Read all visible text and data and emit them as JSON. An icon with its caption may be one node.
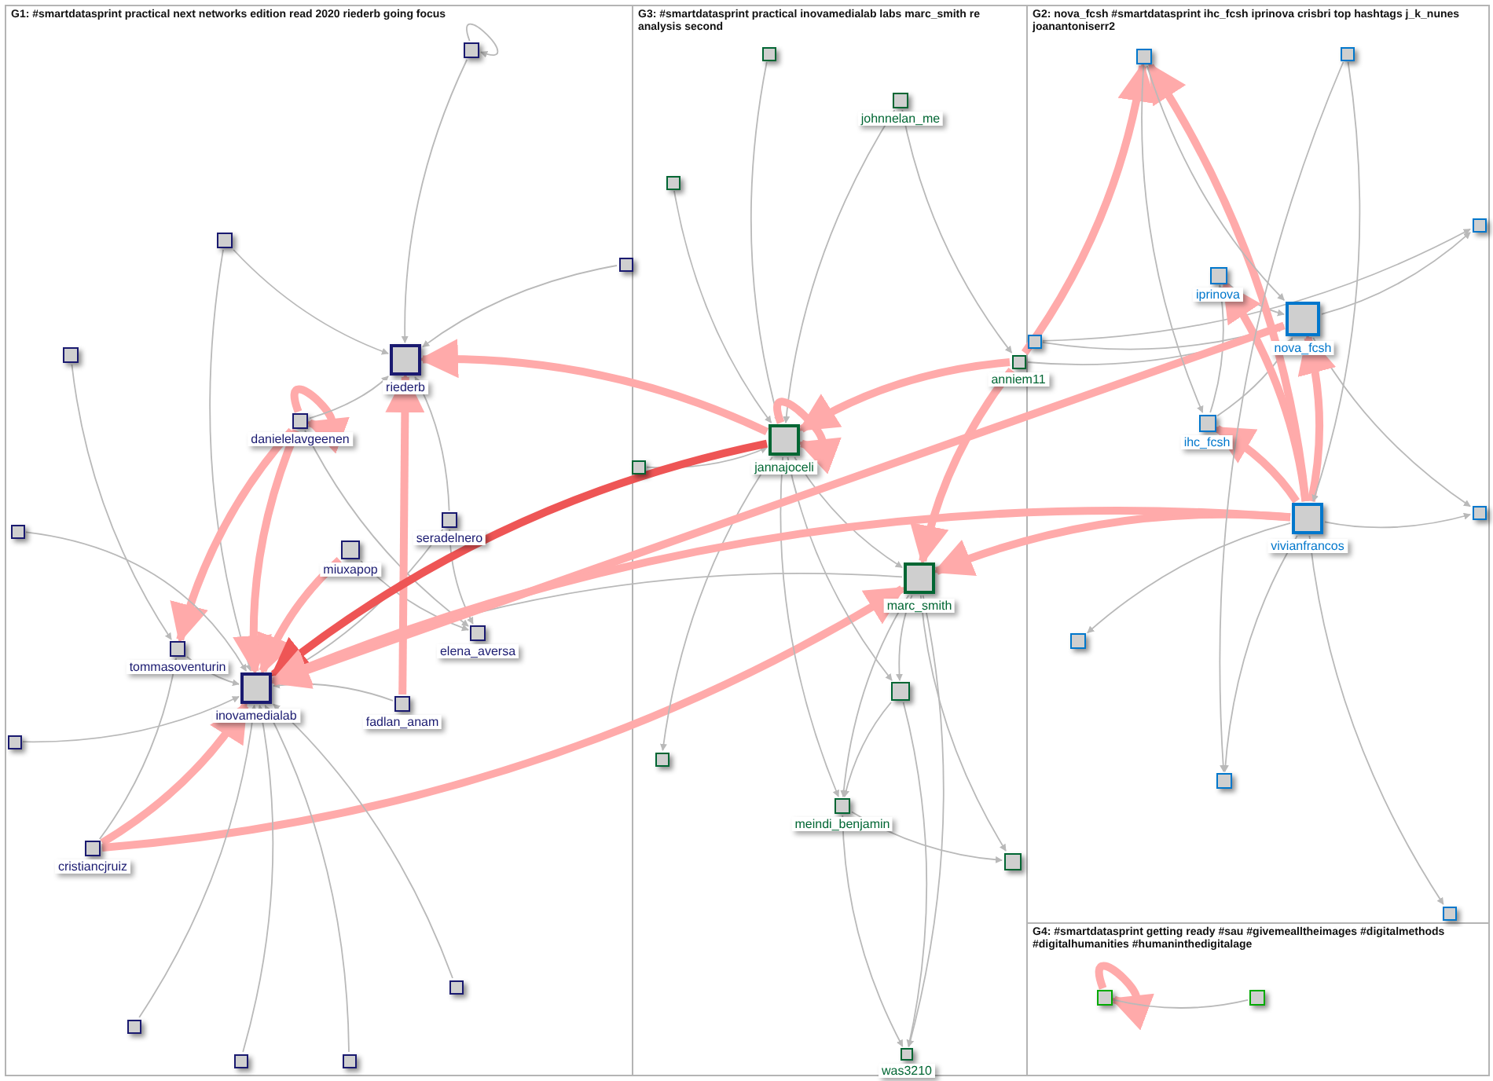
{
  "diagram": {
    "nodes": [
      {
        "text": [
          "G1: #smartdatasprint practical next networks edition read 2020 riederb going focus"
        ]
      },
      {
        "text": [],
        "shape": "box",
        "in": 0
      },
      {
        "text": [],
        "shape": "box",
        "in": 0
      },
      {
        "text": [],
        "shape": "box",
        "in": 0
      },
      {
        "text": [
          "riederb"
        ],
        "in": 0
      },
      {
        "text": [],
        "shape": "box",
        "in": 0
      },
      {
        "text": [
          "danielelavgeenen"
        ],
        "in": 0
      },
      {
        "text": [],
        "shape": "box",
        "in": 0
      },
      {
        "text": [
          "seradelnero"
        ],
        "in": 0
      },
      {
        "text": [
          "miuxapop"
        ],
        "in": 0
      },
      {
        "text": [
          "tommasoventurin"
        ],
        "in": 0
      },
      {
        "text": [
          "inovamedialab"
        ],
        "in": 0
      },
      {
        "text": [
          "elena_aversa"
        ],
        "in": 0
      },
      {
        "text": [
          "fadlan_anam"
        ],
        "in": 0
      },
      {
        "text": [],
        "shape": "box",
        "in": 0
      },
      {
        "text": [
          "cristiancjruiz"
        ],
        "in": 0
      },
      {
        "text": [],
        "shape": "box",
        "in": 0
      },
      {
        "text": [],
        "shape": "box",
        "in": 0
      },
      {
        "text": [],
        "shape": "box",
        "in": 0
      },
      {
        "text": [],
        "shape": "box",
        "in": 0
      },
      {
        "text": [
          "G3: #smartdatasprint practical inovamedialab labs marc_smith re analysis second"
        ]
      },
      {
        "text": [],
        "shape": "box",
        "in": 20
      },
      {
        "text": [
          "johnnelan_me"
        ],
        "in": 20
      },
      {
        "text": [],
        "shape": "box",
        "in": 20
      },
      {
        "text": [],
        "shape": "box",
        "in": 20
      },
      {
        "text": [
          "jannajoceli"
        ],
        "in": 20
      },
      {
        "text": [
          "marc_smith"
        ],
        "in": 20
      },
      {
        "text": [],
        "shape": "box",
        "in": 20
      },
      {
        "text": [],
        "shape": "box",
        "in": 20
      },
      {
        "text": [
          "meindi_benjamin"
        ],
        "in": 20
      },
      {
        "text": [],
        "shape": "box",
        "in": 20
      },
      {
        "text": [
          "was3210"
        ],
        "in": 20
      },
      {
        "text": [
          "G2: nova_fcsh #smartdatasprint ihc_fcsh iprinova crisbri top hashtags j_k_nunes joanantoniserr2"
        ]
      },
      {
        "text": [],
        "shape": "box",
        "in": 32
      },
      {
        "text": [],
        "shape": "box",
        "in": 32
      },
      {
        "text": [
          "anniem11"
        ],
        "in": 20
      },
      {
        "text": [],
        "shape": "box",
        "in": 32
      },
      {
        "text": [
          "iprinova"
        ],
        "in": 32
      },
      {
        "text": [],
        "shape": "box",
        "in": 32
      },
      {
        "text": [
          "nova_fcsh"
        ],
        "in": 32
      },
      {
        "text": [
          "ihc_fcsh"
        ],
        "in": 32
      },
      {
        "text": [
          "vivianfrancos"
        ],
        "in": 32
      },
      {
        "text": [],
        "shape": "box",
        "in": 32
      },
      {
        "text": [],
        "shape": "box",
        "in": 32
      },
      {
        "text": [],
        "shape": "box",
        "in": 32
      },
      {
        "text": [],
        "shape": "box",
        "in": 32
      },
      {
        "text": [
          "G4: #smartdatasprint getting ready #sau #givemealltheimages #digitalmethods #digitalhumanities #humaninthedigitalage"
        ]
      },
      {
        "text": [],
        "shape": "box",
        "in": 46
      },
      {
        "text": [],
        "shape": "box",
        "in": 46
      }
    ],
    "edges": [
      {
        "from": 1,
        "to": 1,
        "arrow": "to"
      },
      {
        "from": 1,
        "to": 4,
        "arrow": "to"
      },
      {
        "from": 2,
        "to": 4,
        "arrow": "to"
      },
      {
        "from": 2,
        "to": 11,
        "arrow": "to"
      },
      {
        "from": 3,
        "to": 10,
        "arrow": "to"
      },
      {
        "from": 5,
        "to": 4,
        "arrow": "to"
      },
      {
        "from": 6,
        "to": 6,
        "arrow": "to",
        "style": "thick",
        "color": "#ffaaaa"
      },
      {
        "from": 6,
        "to": 4,
        "arrow": "to"
      },
      {
        "from": 6,
        "to": 10,
        "arrow": "to",
        "style": "thick",
        "color": "#ffaaaa"
      },
      {
        "from": 6,
        "to": 11,
        "arrow": "to",
        "style": "thick",
        "color": "#ffaaaa"
      },
      {
        "from": 6,
        "to": 12,
        "arrow": "to"
      },
      {
        "from": 7,
        "to": 11,
        "arrow": "to"
      },
      {
        "from": 8,
        "to": 4,
        "arrow": "to"
      },
      {
        "from": 8,
        "to": 11,
        "arrow": "to"
      },
      {
        "from": 8,
        "to": 12,
        "arrow": "to"
      },
      {
        "from": 9,
        "to": 11,
        "arrow": "to",
        "style": "thick",
        "color": "#ffaaaa"
      },
      {
        "from": 9,
        "to": 12,
        "arrow": "to"
      },
      {
        "from": 10,
        "to": 11,
        "arrow": "to"
      },
      {
        "from": 13,
        "to": 4,
        "arrow": "to",
        "style": "thick",
        "color": "#ffaaaa"
      },
      {
        "from": 13,
        "to": 11,
        "arrow": "to"
      },
      {
        "from": 14,
        "to": 11,
        "arrow": "to"
      },
      {
        "from": 15,
        "to": 11,
        "arrow": "to",
        "style": "thick",
        "color": "#ffaaaa"
      },
      {
        "from": 15,
        "to": 10,
        "arrow": "to"
      },
      {
        "from": 15,
        "to": 26,
        "arrow": "to",
        "style": "thick",
        "color": "#ffaaaa"
      },
      {
        "from": 16,
        "to": 11,
        "arrow": "to"
      },
      {
        "from": 17,
        "to": 11,
        "arrow": "to"
      },
      {
        "from": 18,
        "to": 11,
        "arrow": "to"
      },
      {
        "from": 19,
        "to": 11,
        "arrow": "to"
      },
      {
        "from": 21,
        "to": 25,
        "arrow": "to"
      },
      {
        "from": 22,
        "to": 25,
        "arrow": "to"
      },
      {
        "from": 22,
        "to": 35,
        "arrow": "to"
      },
      {
        "from": 23,
        "to": 25,
        "arrow": "to"
      },
      {
        "from": 24,
        "to": 25,
        "arrow": "to"
      },
      {
        "from": 25,
        "to": 25,
        "arrow": "to",
        "style": "thick",
        "color": "#ffaaaa"
      },
      {
        "from": 25,
        "to": 11,
        "arrow": "to",
        "style": "thick",
        "color": "#ee5555"
      },
      {
        "from": 25,
        "to": 4,
        "arrow": "to",
        "style": "thick",
        "color": "#ffaaaa"
      },
      {
        "from": 25,
        "to": 26,
        "arrow": "to"
      },
      {
        "from": 25,
        "to": 27,
        "arrow": "to"
      },
      {
        "from": 25,
        "to": 28,
        "arrow": "to"
      },
      {
        "from": 25,
        "to": 29,
        "arrow": "to"
      },
      {
        "from": 26,
        "to": 11,
        "arrow": "to"
      },
      {
        "from": 26,
        "to": 27,
        "arrow": "to"
      },
      {
        "from": 26,
        "to": 29,
        "arrow": "to"
      },
      {
        "from": 26,
        "to": 30,
        "arrow": "to"
      },
      {
        "from": 26,
        "to": 31,
        "arrow": "to"
      },
      {
        "from": 27,
        "to": 29,
        "arrow": "to"
      },
      {
        "from": 27,
        "to": 31,
        "arrow": "to"
      },
      {
        "from": 29,
        "to": 31,
        "arrow": "to"
      },
      {
        "from": 29,
        "to": 30,
        "arrow": "to"
      },
      {
        "from": 35,
        "to": 25,
        "arrow": "to",
        "style": "thick",
        "color": "#ffaaaa"
      },
      {
        "from": 35,
        "to": 26,
        "arrow": "to",
        "style": "thick",
        "color": "#ffaaaa"
      },
      {
        "from": 35,
        "to": 33,
        "arrow": "to",
        "style": "thick",
        "color": "#ffaaaa"
      },
      {
        "from": 35,
        "to": 39,
        "arrow": "to"
      },
      {
        "from": 36,
        "to": 39,
        "arrow": "to"
      },
      {
        "from": 36,
        "to": 38,
        "arrow": "to"
      },
      {
        "from": 37,
        "to": 39,
        "arrow": "to"
      },
      {
        "from": 40,
        "to": 39,
        "arrow": "to"
      },
      {
        "from": 40,
        "to": 37,
        "arrow": "to"
      },
      {
        "from": 39,
        "to": 11,
        "arrow": "to",
        "style": "thick",
        "color": "#ffaaaa"
      },
      {
        "from": 39,
        "to": 38,
        "arrow": "to"
      },
      {
        "from": 39,
        "to": 42,
        "arrow": "to"
      },
      {
        "from": 41,
        "to": 39,
        "arrow": "to",
        "style": "thick",
        "color": "#ffaaaa"
      },
      {
        "from": 41,
        "to": 37,
        "arrow": "to",
        "style": "thick",
        "color": "#ffaaaa"
      },
      {
        "from": 41,
        "to": 40,
        "arrow": "to",
        "style": "thick",
        "color": "#ffaaaa"
      },
      {
        "from": 41,
        "to": 33,
        "arrow": "to",
        "style": "thick",
        "color": "#ffaaaa"
      },
      {
        "from": 41,
        "to": 26,
        "arrow": "to",
        "style": "thick",
        "color": "#ffaaaa"
      },
      {
        "from": 41,
        "to": 11,
        "arrow": "to",
        "style": "thick",
        "color": "#ffaaaa"
      },
      {
        "from": 41,
        "to": 42,
        "arrow": "to"
      },
      {
        "from": 41,
        "to": 43,
        "arrow": "to"
      },
      {
        "from": 41,
        "to": 44,
        "arrow": "to"
      },
      {
        "from": 41,
        "to": 45,
        "arrow": "to"
      },
      {
        "from": 34,
        "to": 41,
        "arrow": "to"
      },
      {
        "from": 34,
        "to": 44,
        "arrow": "to"
      },
      {
        "from": 33,
        "to": 40,
        "arrow": "to"
      },
      {
        "from": 33,
        "to": 39,
        "arrow": "to"
      },
      {
        "from": 47,
        "to": 47,
        "arrow": "to",
        "style": "thick",
        "color": "#ffaaaa"
      },
      {
        "from": 47,
        "to": 48,
        "arrow": "none"
      }
    ]
  }
}
